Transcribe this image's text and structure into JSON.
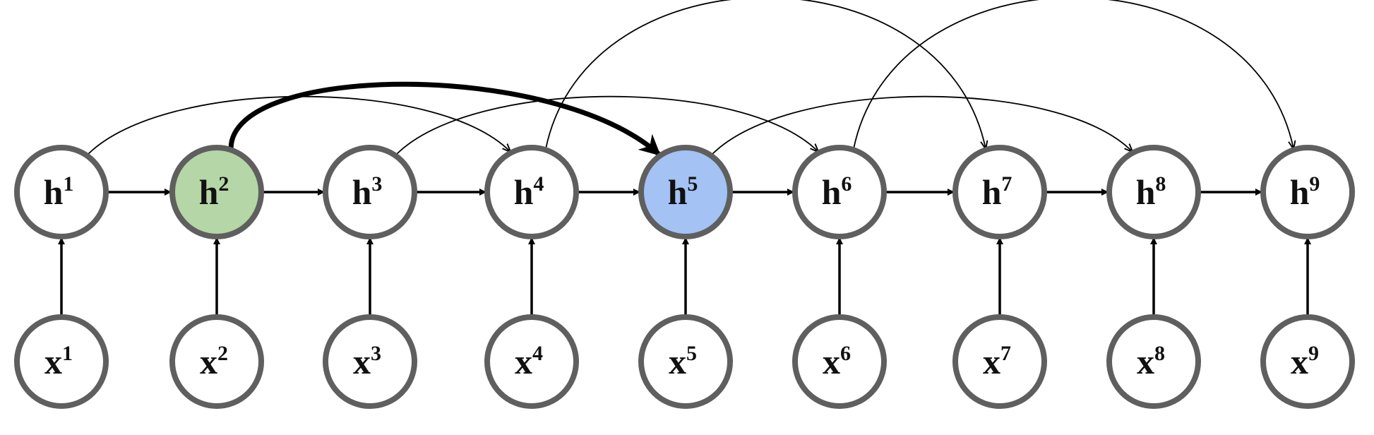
{
  "colors": {
    "node_stroke": "#5f5f5f",
    "node_fill": "#ffffff",
    "highlight_source_fill": "#b5d6a6",
    "highlight_target_fill": "#a4c2f4",
    "edge": "#000000"
  },
  "hidden_nodes": [
    {
      "id": "h1",
      "base": "h",
      "sup": "1",
      "highlight": "none"
    },
    {
      "id": "h2",
      "base": "h",
      "sup": "2",
      "highlight": "source"
    },
    {
      "id": "h3",
      "base": "h",
      "sup": "3",
      "highlight": "none"
    },
    {
      "id": "h4",
      "base": "h",
      "sup": "4",
      "highlight": "none"
    },
    {
      "id": "h5",
      "base": "h",
      "sup": "5",
      "highlight": "target"
    },
    {
      "id": "h6",
      "base": "h",
      "sup": "6",
      "highlight": "none"
    },
    {
      "id": "h7",
      "base": "h",
      "sup": "7",
      "highlight": "none"
    },
    {
      "id": "h8",
      "base": "h",
      "sup": "8",
      "highlight": "none"
    },
    {
      "id": "h9",
      "base": "h",
      "sup": "9",
      "highlight": "none"
    }
  ],
  "input_nodes": [
    {
      "id": "x1",
      "base": "x",
      "sup": "1"
    },
    {
      "id": "x2",
      "base": "x",
      "sup": "2"
    },
    {
      "id": "x3",
      "base": "x",
      "sup": "3"
    },
    {
      "id": "x4",
      "base": "x",
      "sup": "4"
    },
    {
      "id": "x5",
      "base": "x",
      "sup": "5"
    },
    {
      "id": "x6",
      "base": "x",
      "sup": "6"
    },
    {
      "id": "x7",
      "base": "x",
      "sup": "7"
    },
    {
      "id": "x8",
      "base": "x",
      "sup": "8"
    },
    {
      "id": "x9",
      "base": "x",
      "sup": "9"
    }
  ],
  "edges": {
    "input_to_hidden": [
      [
        "x1",
        "h1"
      ],
      [
        "x2",
        "h2"
      ],
      [
        "x3",
        "h3"
      ],
      [
        "x4",
        "h4"
      ],
      [
        "x5",
        "h5"
      ],
      [
        "x6",
        "h6"
      ],
      [
        "x7",
        "h7"
      ],
      [
        "x8",
        "h8"
      ],
      [
        "x9",
        "h9"
      ]
    ],
    "recurrent": [
      [
        "h1",
        "h2"
      ],
      [
        "h2",
        "h3"
      ],
      [
        "h3",
        "h4"
      ],
      [
        "h4",
        "h5"
      ],
      [
        "h5",
        "h6"
      ],
      [
        "h6",
        "h7"
      ],
      [
        "h7",
        "h8"
      ],
      [
        "h8",
        "h9"
      ]
    ],
    "skip": [
      {
        "from": "h1",
        "to": "h4",
        "emphasized": false
      },
      {
        "from": "h2",
        "to": "h5",
        "emphasized": true
      },
      {
        "from": "h3",
        "to": "h6",
        "emphasized": false
      },
      {
        "from": "h4",
        "to": "h7",
        "emphasized": false
      },
      {
        "from": "h5",
        "to": "h8",
        "emphasized": false
      },
      {
        "from": "h6",
        "to": "h9",
        "emphasized": false
      }
    ]
  }
}
